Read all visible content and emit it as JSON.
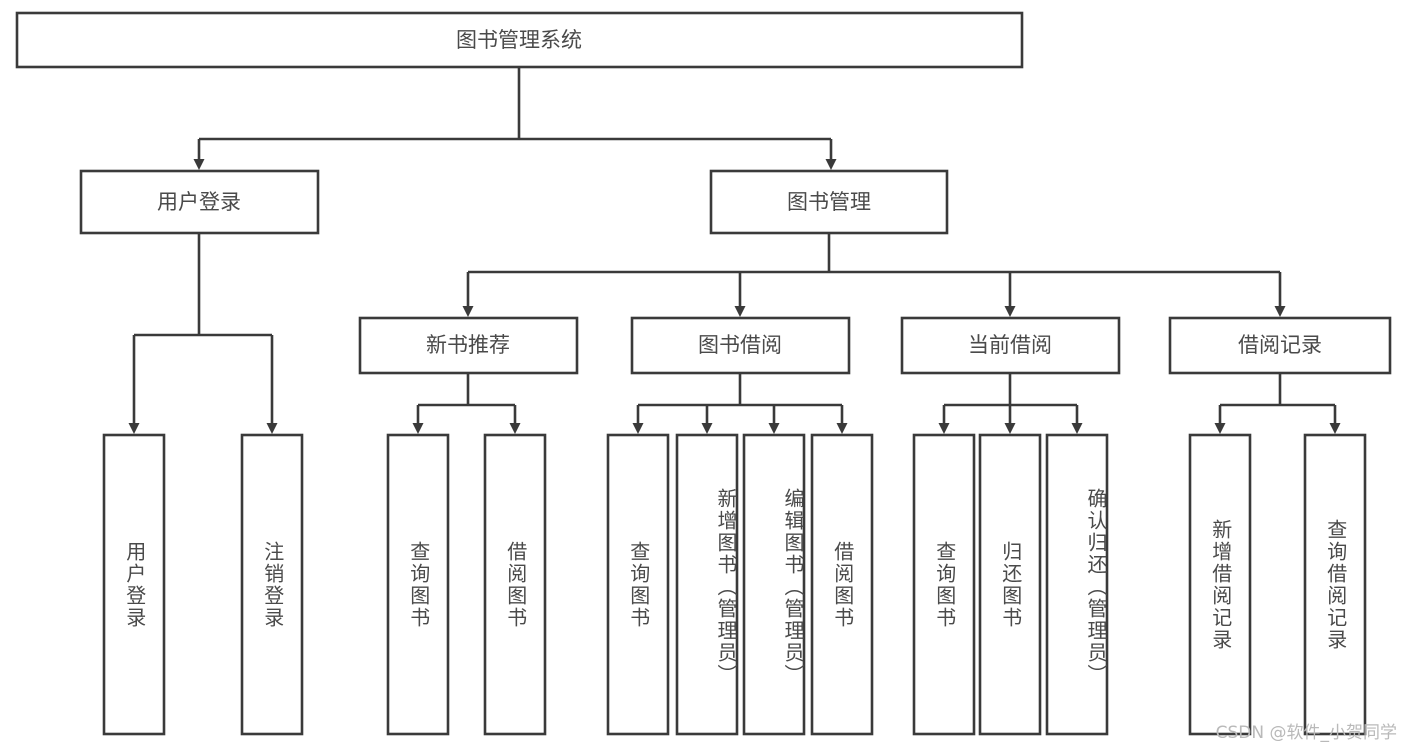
{
  "diagram": {
    "title": "图书管理系统",
    "type": "tree-hierarchy",
    "watermark": "CSDN @软件_小贺同学",
    "colors": {
      "background": "#ffffff",
      "stroke": "#3a3a3a",
      "box_fill": "#ffffff",
      "text": "#4a4a4a",
      "watermark": "#b9b9b9"
    },
    "levels": {
      "root": "图书管理系统",
      "level2": [
        "用户登录",
        "图书管理"
      ],
      "level3": [
        "新书推荐",
        "图书借阅",
        "当前借阅",
        "借阅记录"
      ]
    },
    "nodes": {
      "root": {
        "label": "图书管理系统"
      },
      "user_login": {
        "label": "用户登录"
      },
      "book_manage": {
        "label": "图书管理"
      },
      "new_book_rec": {
        "label": "新书推荐"
      },
      "book_borrow": {
        "label": "图书借阅"
      },
      "current_borrow": {
        "label": "当前借阅"
      },
      "borrow_record": {
        "label": "借阅记录"
      }
    },
    "leaves": {
      "user_login": [
        {
          "label": "用户登录"
        },
        {
          "label": "注销登录"
        }
      ],
      "new_book_rec": [
        {
          "label": "查询图书"
        },
        {
          "label": "借阅图书"
        }
      ],
      "book_borrow": [
        {
          "label": "查询图书"
        },
        {
          "label": "新增图书（管理员）"
        },
        {
          "label": "编辑图书（管理员）"
        },
        {
          "label": "借阅图书"
        }
      ],
      "current_borrow": [
        {
          "label": "查询图书"
        },
        {
          "label": "归还图书"
        },
        {
          "label": "确认归还（管理员）"
        }
      ],
      "borrow_record": [
        {
          "label": "新增借阅记录"
        },
        {
          "label": "查询借阅记录"
        }
      ]
    }
  }
}
